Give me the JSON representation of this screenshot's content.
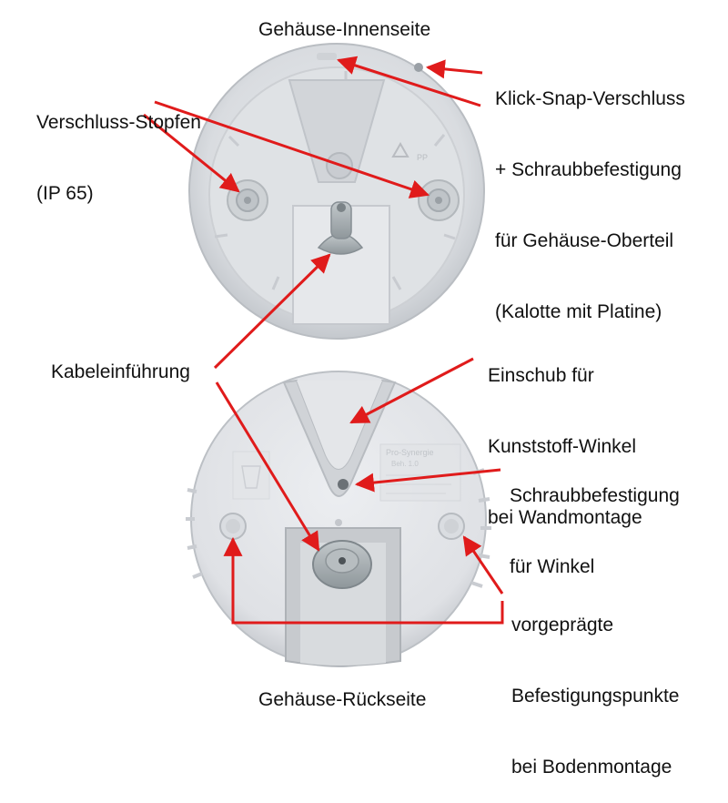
{
  "labels": {
    "inner_title": "Gehäuse-Innenseite",
    "back_title": "Gehäuse-Rückseite",
    "snap_lock": [
      "Klick-Snap-Verschluss",
      "+ Schraubbefestigung",
      "für Gehäuse-Oberteil",
      "(Kalotte mit Platine)"
    ],
    "plug": [
      "Verschluss-Stopfen",
      "(IP 65)"
    ],
    "cable_entry": "Kabeleinführung",
    "slot": [
      "Einschub für",
      "Kunststoff-Winkel",
      "bei Wandmontage"
    ],
    "screw_mount": [
      "Schraubbefestigung",
      "für Winkel"
    ],
    "floor_points": [
      "vorgeprägte",
      "Befestigungspunkte",
      "bei Bodenmontage"
    ]
  },
  "embossed_text": {
    "recycle_mark": "PP",
    "sticker_line1": "Pro-Synergie",
    "sticker_line2": "Beh. 1.0"
  },
  "colors": {
    "arrow": "#e01b1b",
    "housing": "#e3e5e8",
    "housing_shadow": "#c3c6cb",
    "plug": "#a9b0b3"
  }
}
